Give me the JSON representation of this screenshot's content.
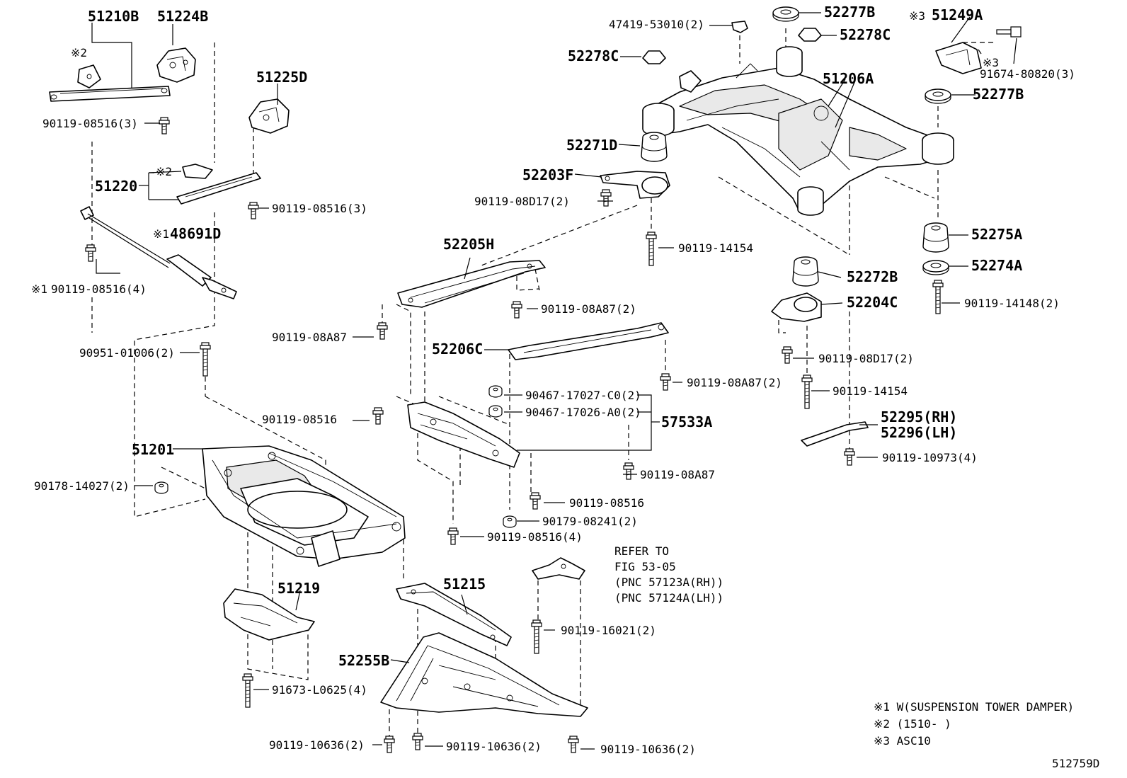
{
  "diagram": {
    "figure_id": "512759D",
    "parts": {
      "p51210B": "51210B",
      "p51224B": "51224B",
      "p51225D": "51225D",
      "p51220": "51220",
      "p48691D": "48691D",
      "p51201": "51201",
      "p51219": "51219",
      "p51215": "51215",
      "p52255B": "52255B",
      "p52205H": "52205H",
      "p52206C": "52206C",
      "p57533A": "57533A",
      "p52203F": "52203F",
      "p52271D": "52271D",
      "p52278C_l": "52278C",
      "p52277B_t": "52277B",
      "p52278C_t": "52278C",
      "p51249A": "51249A",
      "p51206A": "51206A",
      "p52277B_r": "52277B",
      "p52275A": "52275A",
      "p52274A": "52274A",
      "p52272B": "52272B",
      "p52204C": "52204C",
      "p52295": "52295(RH)",
      "p52296": "52296(LH)"
    },
    "fasteners": {
      "f1": "90119-08516(3)",
      "f2": "90119-08516(3)",
      "f3": "90119-08516(4)",
      "f4": "90951-01006(2)",
      "f5": "90178-14027(2)",
      "f6": "91673-L0625(4)",
      "f7": "90119-10636(2)",
      "f8": "90119-10636(2)",
      "f9": "90119-10636(2)",
      "f10": "90119-16021(2)",
      "f11": "90119-08516(4)",
      "f12": "90179-08241(2)",
      "f13": "90119-08516",
      "f14": "90119-08A87",
      "f15": "90119-08516",
      "f16": "90467-17027-C0(2)",
      "f17": "90467-17026-A0(2)",
      "f18": "90119-08A87(2)",
      "f19": "90119-08A87",
      "f20": "90119-08A87(2)",
      "f21": "90119-08D17(2)",
      "f22": "90119-14154",
      "f23": "47419-53010(2)",
      "f24": "91674-80820(3)",
      "f25": "90119-14148(2)",
      "f26": "90119-08D17(2)",
      "f27": "90119-14154",
      "f28": "90119-10973(4)"
    },
    "marks": {
      "m1": "※2",
      "m2": "※2",
      "m3": "※1",
      "m4": "※1",
      "m5": "※3",
      "m6": "※3"
    },
    "refer": {
      "line1": "REFER TO",
      "line2": "FIG 53-05",
      "line3": "(PNC 57123A(RH))",
      "line4": "(PNC 57124A(LH))"
    },
    "notes": {
      "n1": "※1 W(SUSPENSION TOWER DAMPER)",
      "n2": "※2 (1510-       )",
      "n3": "※3 ASC10"
    }
  }
}
